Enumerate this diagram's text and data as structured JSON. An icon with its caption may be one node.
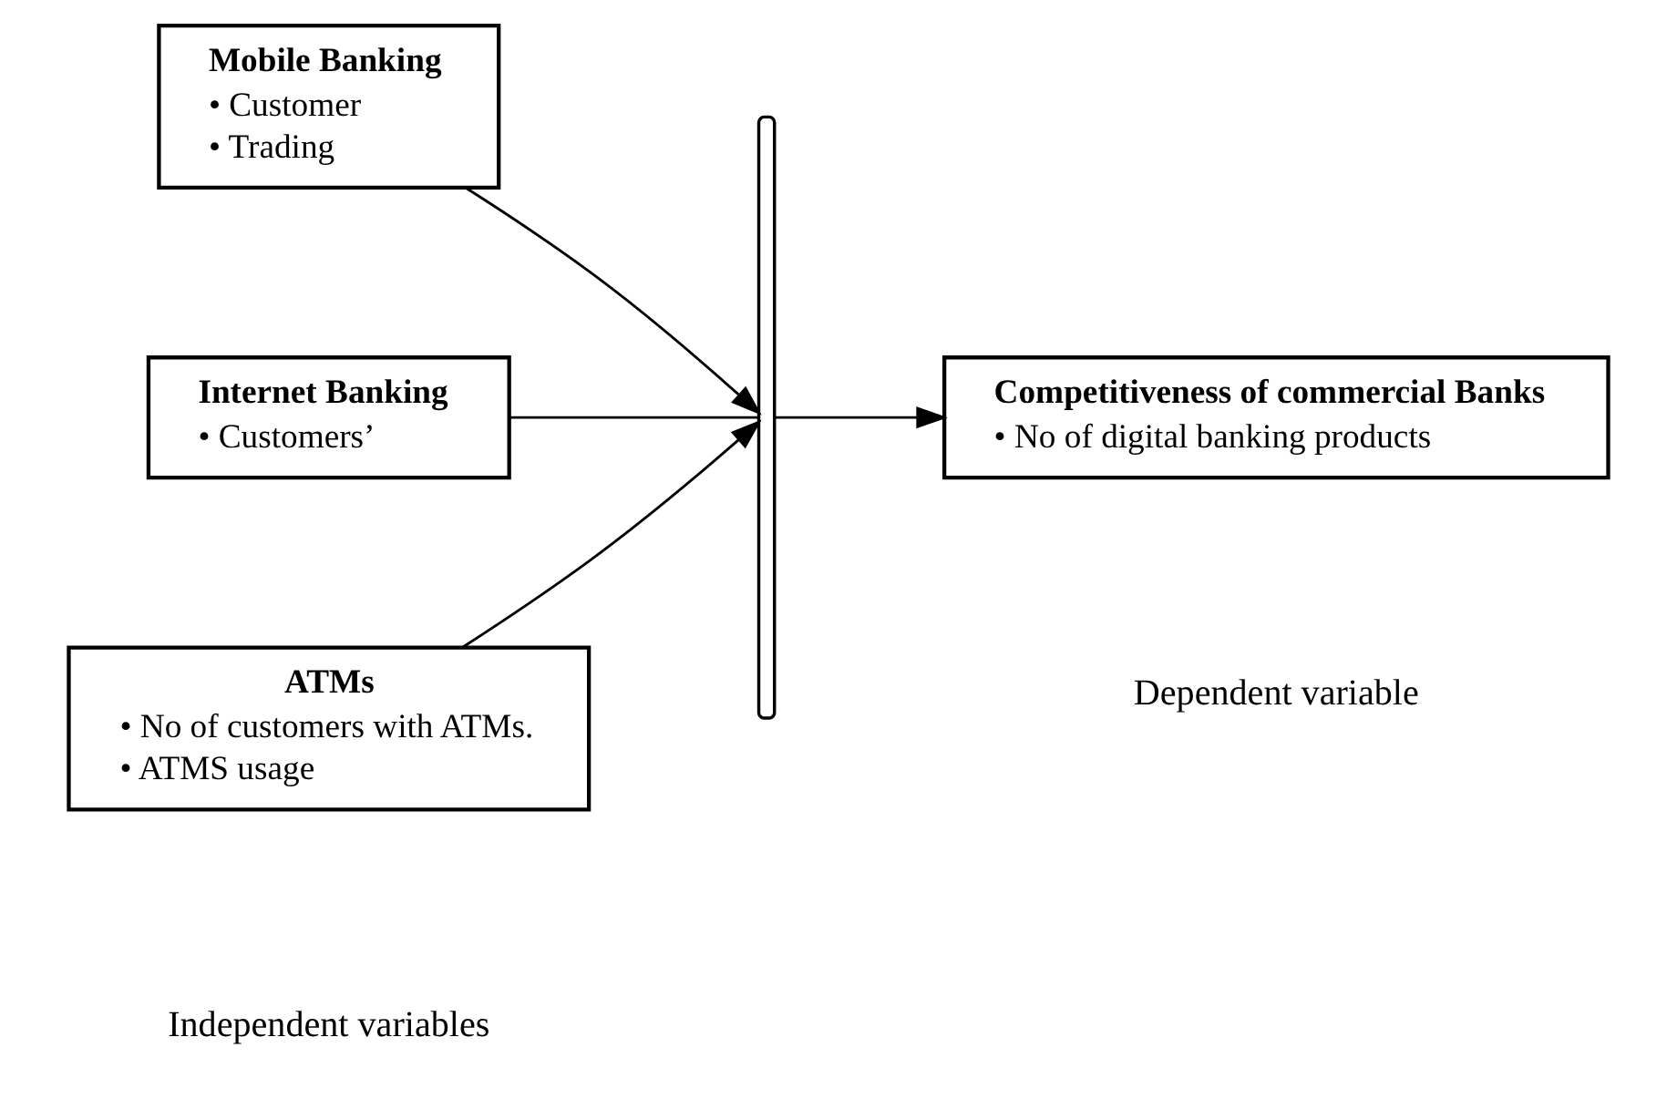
{
  "diagram": {
    "nodes": [
      {
        "text": [
          "Mobile Banking",
          "• Customer",
          "• Trading"
        ]
      },
      {
        "text": [
          "Internet Banking",
          "• Customers’"
        ]
      },
      {
        "text": [
          "ATMs",
          "• No of customers with ATMs.",
          "• ATMS usage"
        ]
      },
      {
        "text": [],
        "shape": "brace"
      },
      {
        "text": [
          "Competitiveness of commercial Banks",
          "• No of digital banking products"
        ]
      }
    ],
    "edges": [
      {
        "from": 0,
        "to": 3,
        "arrow": "to"
      },
      {
        "from": 2,
        "to": 3,
        "arrow": "to"
      },
      {
        "from": 1,
        "to": 3,
        "arrow": "none"
      },
      {
        "from": 3,
        "to": 4,
        "arrow": "to"
      }
    ],
    "labels": [
      "Dependent variable",
      "Independent variables"
    ]
  }
}
